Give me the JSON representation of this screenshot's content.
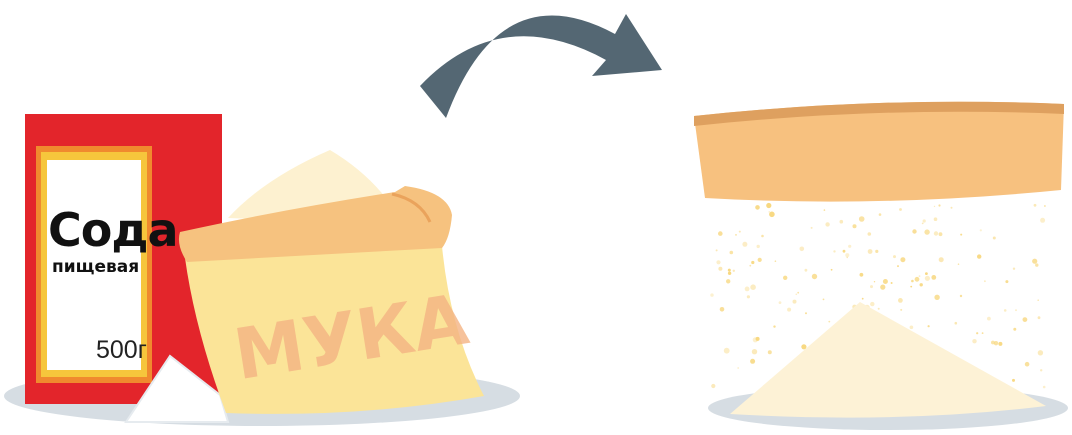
{
  "soda_box": {
    "title": "Сода",
    "subtitle": "пищевая",
    "weight": "500г",
    "colors": {
      "box": "#e3252b",
      "stripe_outer": "#f08a2e",
      "stripe_inner": "#f6c63c",
      "label": "#ffffff"
    }
  },
  "flour_bag": {
    "label": "МУКА",
    "colors": {
      "bag": "#fbe498",
      "cuff": "#f6c27f",
      "flour": "#fdf1d0",
      "text": "#f4b483"
    }
  },
  "arrow": {
    "icon": "curved-arrow-right-icon",
    "color": "#546773"
  },
  "sieve": {
    "colors": {
      "rim": "#f7c17f",
      "rim_top": "#dea05f",
      "dust": "#f7d67a",
      "pile": "#fdf2d6"
    }
  },
  "shadow_color": "#d6dde3"
}
